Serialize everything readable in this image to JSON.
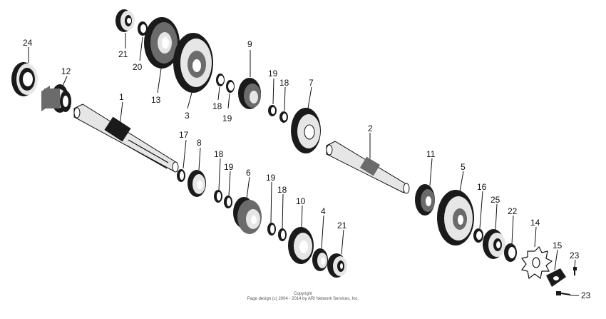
{
  "labels": {
    "l24": "24",
    "l12": "12",
    "l21a": "21",
    "l20": "20",
    "l13": "13",
    "l3": "3",
    "l9": "9",
    "l18a": "18",
    "l19a": "19",
    "l19b": "19",
    "l18b": "18",
    "l7": "7",
    "l1": "1",
    "l17": "17",
    "l8": "8",
    "l18c": "18",
    "l19c": "19",
    "l6": "6",
    "l19d": "19",
    "l18d": "18",
    "l10": "10",
    "l4": "4",
    "l21b": "21",
    "l2": "2",
    "l11": "11",
    "l5": "5",
    "l16": "16",
    "l25": "25",
    "l22": "22",
    "l14": "14",
    "l15": "15",
    "l23a": "23",
    "l23b": "23"
  },
  "footer": {
    "line1": "Copyright",
    "line2": "Page design (c) 2004 - 2014 by ARI Network Services, Inc."
  }
}
